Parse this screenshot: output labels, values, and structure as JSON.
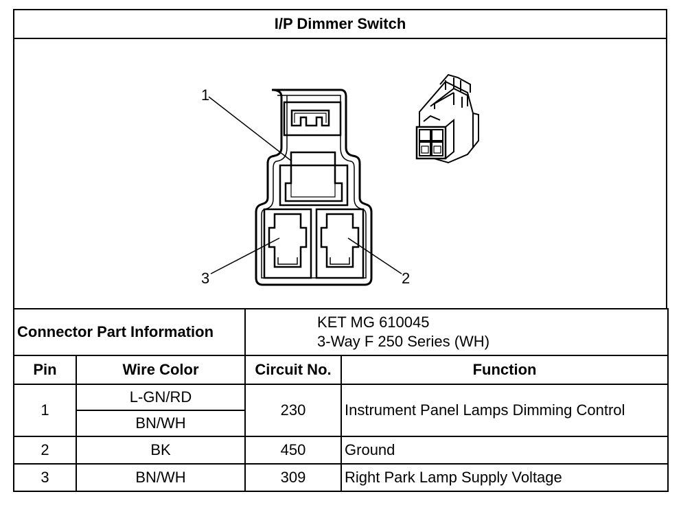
{
  "title": "I/P Dimmer Switch",
  "callouts": {
    "c1": "1",
    "c2": "2",
    "c3": "3"
  },
  "connector_info": {
    "label": "Connector Part Information",
    "part_number": "KET MG 610045",
    "description": "3-Way F 250 Series (WH)"
  },
  "table": {
    "headers": {
      "pin": "Pin",
      "wire_color": "Wire Color",
      "circuit": "Circuit No.",
      "function": "Function"
    },
    "rows": [
      {
        "pin": "1",
        "wire_color_a": "L-GN/RD",
        "wire_color_b": "BN/WH",
        "circuit": "230",
        "function": "Instrument Panel Lamps Dimming Control"
      },
      {
        "pin": "2",
        "wire_color": "BK",
        "circuit": "450",
        "function": "Ground"
      },
      {
        "pin": "3",
        "wire_color": "BN/WH",
        "circuit": "309",
        "function": "Right Park Lamp Supply Voltage"
      }
    ]
  }
}
